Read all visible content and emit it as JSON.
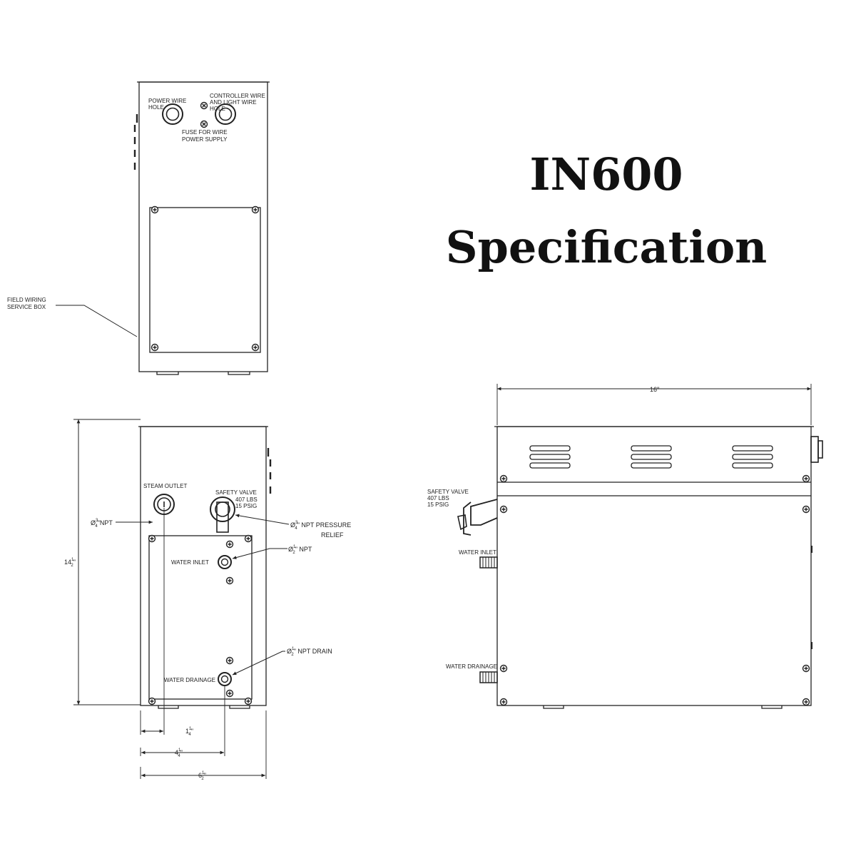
{
  "title": {
    "line1": "IN600",
    "line2": "Specification"
  },
  "top_view": {
    "power_wire_hole": [
      "POWER WIRE",
      "HOLE"
    ],
    "controller_wire_hole": [
      "CONTROLLER WIRE",
      "AND LIGHT WIRE",
      "HOLE"
    ],
    "fuse": [
      "FUSE FOR WIRE",
      "POWER SUPPLY"
    ],
    "service_box": [
      "FIELD WIRING",
      "SERVICE BOX"
    ]
  },
  "front_view": {
    "steam_outlet": "STEAM OUTLET",
    "safety_valve": [
      "SAFETY VALVE",
      "407 LBS",
      "15 PSIG"
    ],
    "outlet_npt": {
      "whole": "Ø",
      "num": "3",
      "den": "4",
      "suffix": "\"NPT"
    },
    "relief_npt": {
      "whole": "Ø",
      "num": "3",
      "den": "4",
      "suffix": "\" NPT PRESSURE",
      "line2": "RELIEF"
    },
    "water_inlet": "WATER INLET",
    "inlet_npt": {
      "whole": "Ø",
      "num": "1",
      "den": "2",
      "suffix": "\" NPT"
    },
    "water_drainage": "WATER DRAINAGE",
    "drain_npt": {
      "whole": "Ø",
      "num": "1",
      "den": "2",
      "suffix": "\" NPT DRAIN"
    },
    "height": {
      "whole": "14",
      "num": "1",
      "den": "2",
      "suffix": "\""
    },
    "dim_1": {
      "whole": "1",
      "num": "1",
      "den": "4",
      "suffix": "\""
    },
    "dim_2": {
      "whole": "4",
      "num": "1",
      "den": "4",
      "suffix": "\""
    },
    "width": {
      "whole": "6",
      "num": "1",
      "den": "2",
      "suffix": "\""
    }
  },
  "side_view": {
    "length": "16\"",
    "safety_valve": [
      "SAFETY VALVE",
      "407 LBS",
      "15 PSIG"
    ],
    "water_inlet": "WATER INLET",
    "water_drainage": "WATER DRAINAGE"
  }
}
